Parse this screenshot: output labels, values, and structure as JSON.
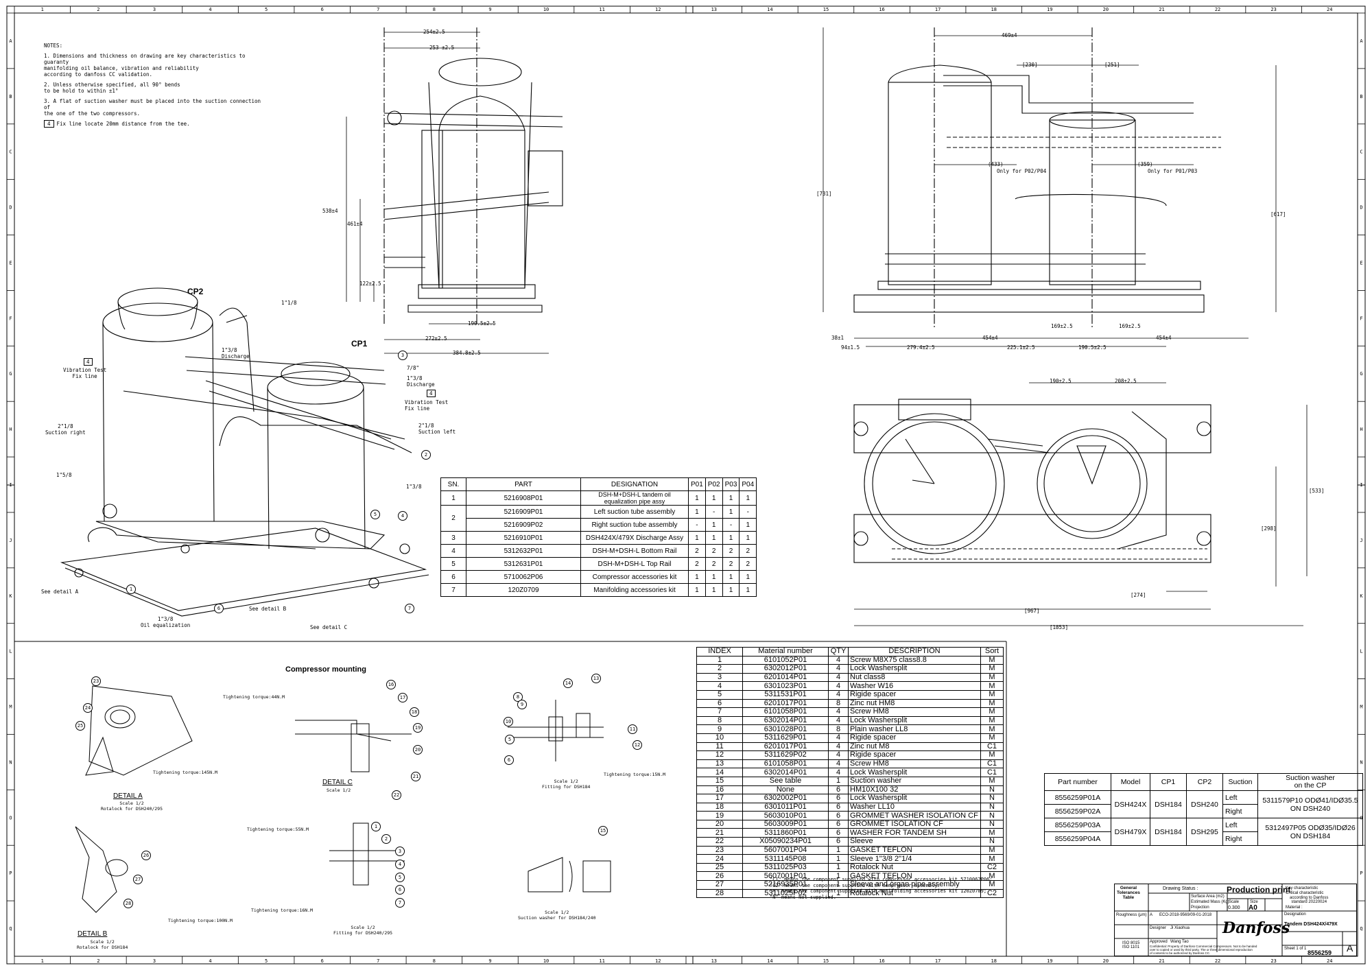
{
  "grid": {
    "columns": [
      "1",
      "2",
      "3",
      "4",
      "5",
      "6",
      "7",
      "8",
      "9",
      "10",
      "11",
      "12",
      "13",
      "14",
      "15",
      "16",
      "17",
      "18",
      "19",
      "20",
      "21",
      "22",
      "23",
      "24"
    ],
    "rows": [
      "A",
      "B",
      "C",
      "D",
      "E",
      "F",
      "G",
      "H",
      "I",
      "J",
      "K",
      "L",
      "M",
      "N",
      "O",
      "P",
      "Q"
    ]
  },
  "notes": {
    "title": "NOTES:",
    "items": [
      "1. Dimensions and thickness on drawing are key characteristics to guaranty\n   manifolding oil balance, vibration and reliability\n   according to danfoss CC validation.",
      "2. Unless otherwise specified, all 90° bends\n   to be hold to within ±1°",
      "3. A flat of suction washer must be placed into the suction connection of\n   the one of the two compressors."
    ],
    "flag_number": "4",
    "flag_text": "Fix line locate 20mm distance from the tee."
  },
  "iso_view": {
    "cp2": "CP2",
    "cp1": "CP1",
    "labels": {
      "d118_top": "1\"1/8",
      "d138_discharge_left": "1\"3/8\nDischarge",
      "vib_left": "Vibration Test\nFix line",
      "d78": "7/8\"",
      "d138_discharge_right": "1\"3/8\nDischarge",
      "vib_right": "Vibration Test\nFix line",
      "suction_right": "2\"1/8\nSuction right",
      "suction_left": "2\"1/8\nSuction left",
      "d158": "1\"5/8",
      "d138_right": "1\"3/8",
      "see_a": "See detail A",
      "see_b": "See detail B",
      "see_c": "See detail C",
      "oil_eq": "1\"3/8\nOil equalization"
    },
    "balloons": [
      "1",
      "2",
      "3",
      "4",
      "5",
      "6",
      "7"
    ],
    "flag": "4"
  },
  "side_view": {
    "dims": [
      "254±2.5",
      "253 ±2.5",
      "538±4",
      "461±4",
      "122±2.5",
      "272±2.5",
      "190.5±2.5",
      "384.8±2.5"
    ]
  },
  "front_view": {
    "dims": [
      "469±4",
      "[230]",
      "[251]",
      "(433)",
      "Only for P02/P04",
      "(359)",
      "Only for P01/P03",
      "[731]",
      "[617]",
      "38±1",
      "454±4",
      "454±4",
      "169±2.5",
      "169±2.5",
      "94±1.5",
      "279.4±2.5",
      "225.1±2.5",
      "190.5±2.5"
    ]
  },
  "top_view": {
    "dims": [
      "190±2.5",
      "208±2.5",
      "[533]",
      "[298]",
      "[274]",
      "[967]",
      "[1853]"
    ]
  },
  "parts_table": {
    "headers": [
      "SN.",
      "PART",
      "DESIGNATION",
      "P01",
      "P02",
      "P03",
      "P04"
    ],
    "rows": [
      {
        "sn": "1",
        "part": "5216908P01",
        "des": "DSH-M+DSH-L tandem oil\nequalization pipe assy",
        "p": [
          "1",
          "1",
          "1",
          "1"
        ]
      },
      {
        "sn": "2",
        "part": "5216909P01",
        "des": "Left suction tube assembly",
        "p": [
          "1",
          "-",
          "1",
          "-"
        ]
      },
      {
        "sn": "",
        "part": "5216909P02",
        "des": "Right suction tube assembly",
        "p": [
          "-",
          "1",
          "-",
          "1"
        ]
      },
      {
        "sn": "3",
        "part": "5216910P01",
        "des": "DSH424X/479X Discharge Assy",
        "p": [
          "1",
          "1",
          "1",
          "1"
        ]
      },
      {
        "sn": "4",
        "part": "5312632P01",
        "des": "DSH-M+DSH-L Bottom Rail",
        "p": [
          "2",
          "2",
          "2",
          "2"
        ]
      },
      {
        "sn": "5",
        "part": "5312631P01",
        "des": "DSH-M+DSH-L Top Rail",
        "p": [
          "2",
          "2",
          "2",
          "2"
        ]
      },
      {
        "sn": "6",
        "part": "5710062P06",
        "des": "Compressor accessories kit",
        "p": [
          "1",
          "1",
          "1",
          "1"
        ]
      },
      {
        "sn": "7",
        "part": "120Z0709",
        "des": "Manifolding accessories kit",
        "p": [
          "1",
          "1",
          "1",
          "1"
        ]
      }
    ]
  },
  "bom_table": {
    "headers": [
      "INDEX",
      "Material number",
      "QTY",
      "DESCRIPTION",
      "Sort"
    ],
    "rows": [
      [
        "1",
        "6101052P01",
        "4",
        "Screw M8X75 class8.8",
        "M"
      ],
      [
        "2",
        "6302012P01",
        "4",
        "Lock Washersplit",
        "M"
      ],
      [
        "3",
        "6201014P01",
        "4",
        "Nut class8",
        "M"
      ],
      [
        "4",
        "6301023P01",
        "4",
        "Washer W16",
        "M"
      ],
      [
        "5",
        "5311531P01",
        "4",
        "Rigide spacer",
        "M"
      ],
      [
        "6",
        "6201017P01",
        "8",
        "Zinc nut HM8",
        "M"
      ],
      [
        "7",
        "6101058P01",
        "4",
        "Screw HM8",
        "M"
      ],
      [
        "8",
        "6302014P01",
        "4",
        "Lock Washersplit",
        "M"
      ],
      [
        "9",
        "6301028P01",
        "8",
        "Plain washer LL8",
        "M"
      ],
      [
        "10",
        "5311629P01",
        "4",
        "Rigide spacer",
        "M"
      ],
      [
        "11",
        "6201017P01",
        "4",
        "Zinc nut M8",
        "C1"
      ],
      [
        "12",
        "5311629P02",
        "4",
        "Rigide spacer",
        "M"
      ],
      [
        "13",
        "6101058P01",
        "4",
        "Screw HM8",
        "C1"
      ],
      [
        "14",
        "6302014P01",
        "4",
        "Lock Washersplit",
        "C1"
      ],
      [
        "15",
        "See table",
        "1",
        "Suction washer",
        "M"
      ],
      [
        "16",
        "None",
        "6",
        "HM10X100 32",
        "N"
      ],
      [
        "17",
        "6302002P01",
        "6",
        "Lock Washersplit",
        "N"
      ],
      [
        "18",
        "6301011P01",
        "6",
        "Washer LL10",
        "N"
      ],
      [
        "19",
        "5603010P01",
        "6",
        "GROMMET WASHER ISOLATION CF",
        "N"
      ],
      [
        "20",
        "5603009P01",
        "6",
        "GROMMET ISOLATION CF",
        "N"
      ],
      [
        "21",
        "5311860P01",
        "6",
        "WASHER FOR TANDEM SH",
        "M"
      ],
      [
        "22",
        "X05090234P01",
        "6",
        "Sleeve",
        "N"
      ],
      [
        "23",
        "5607001P04",
        "1",
        "GASKET TEFLON",
        "M"
      ],
      [
        "24",
        "5311145P08",
        "1",
        "Sleeve 1\"3/8 2\"1/4",
        "M"
      ],
      [
        "25",
        "5311025P03",
        "1",
        "Rotalock Nut",
        "C2"
      ],
      [
        "26",
        "5607001P01",
        "1",
        "GASKET TEFLON",
        "M"
      ],
      [
        "27",
        "5216935P01",
        "1",
        "Sleeve and organ pipe assembly",
        "M"
      ],
      [
        "28",
        "5311025P02",
        "1",
        "Rotalock Nut",
        "C2"
      ]
    ],
    "footnotes": [
      "\"C1\" means the component supplied with compressor accessories kit 5710062P06;",
      "\"C2\" means the component supplied with compressor assembly.",
      "\"M\" means the component supplied with manifolding accessories kit 120Z0709;",
      "\"N\" means Not supplied."
    ]
  },
  "variant_table": {
    "headers": [
      "Part number",
      "Model",
      "CP1",
      "CP2",
      "Suction",
      "Suction washer\non the CP"
    ],
    "rows": [
      {
        "pn": "8556259P01A",
        "model": "DSH424X",
        "cp1": "DSH184",
        "cp2": "DSH240",
        "suction": "Left",
        "washer": "5311579P10 ODØ41/IDØ35.5\nON DSH240"
      },
      {
        "pn": "8556259P02A",
        "suction": "Right"
      },
      {
        "pn": "8556259P03A",
        "model": "DSH479X",
        "cp1": "DSH184",
        "cp2": "DSH295",
        "suction": "Left",
        "washer": "5312497P05 ODØ35/IDØ26\nON DSH184"
      },
      {
        "pn": "8556259P04A",
        "suction": "Right"
      }
    ]
  },
  "details": {
    "mounting_title": "Compressor mounting",
    "detail_a": "DETAIL A",
    "detail_a_sub": "Scale 1/2\nRotalock for DSH240/295",
    "detail_a_torque": "Tightening torque:145N.M",
    "detail_b": "DETAIL B",
    "detail_b_sub": "Scale 1/2\nRotalock for DSH184",
    "detail_b_torque": "Tightening torque:100N.M",
    "detail_c": "DETAIL C",
    "detail_c_sub": "Scale 1/2",
    "detail_c_torque": "Tightening torque:44N.M",
    "fit184_torque": "Tightening torque:15N.M",
    "fit184_sub": "Scale 1/2\nFitting for DSH184",
    "fit240_torque1": "Tightening torque:55N.M",
    "fit240_torque2": "Tightening torque:16N.M",
    "fit240_sub": "Scale 1/2\nFitting for DSH240/295",
    "washer_sub": "Scale 1/2\nSuction washer for DSH184/240",
    "balloons_a": [
      "23",
      "24",
      "25"
    ],
    "balloons_b": [
      "26",
      "27",
      "28"
    ],
    "balloons_c": [
      "16",
      "17",
      "18",
      "19",
      "20",
      "21",
      "22"
    ],
    "balloons_184": [
      "14",
      "13",
      "8",
      "9",
      "10",
      "12",
      "5",
      "11",
      "6"
    ],
    "balloons_240": [
      "1",
      "2",
      "3",
      "4",
      "5",
      "6",
      "7"
    ],
    "balloon_washer": "15"
  },
  "title_block": {
    "tolerances": "General\nTolerances\nTable",
    "drawing_status_label": "Drawing Status :",
    "drawing_status": "Production print",
    "surface_area": "Surface Area (m2)",
    "estimated_mass": "Estimated Mass (Kg)",
    "projection": "Projection",
    "scale_label": "Scale",
    "scale": "0.300",
    "size_label": "Size",
    "size": "A0",
    "material_label": "Material :",
    "key_char": "Key characteristic",
    "critical_char": "Critical characteristic",
    "according": "according to Danfoss\nstandard 20220024",
    "revision": "A",
    "eco": "ECO-2018-9569/09-01-2018",
    "roughness": "Roughness (μm)",
    "designer_label": "Designer",
    "designer": "Ji Xiaohua",
    "approved_label": "Approved",
    "approved": "Wang Tao",
    "iso": "ISO 8015\nISO 1101",
    "confidential": "Confidential: Property of Danfoss Commercial Compressors. Not to be handed\nover to copied or used by third party. The or three dimensional reproduction\nof contents to be authorized by Danfoss CC.",
    "brand": "Danfoss",
    "designation_label": "Designation",
    "designation": "Tandem DSH424X/479X",
    "sheet": "Sheet 1 of 1",
    "doc_no": "8556259",
    "doc_rev": "A"
  }
}
